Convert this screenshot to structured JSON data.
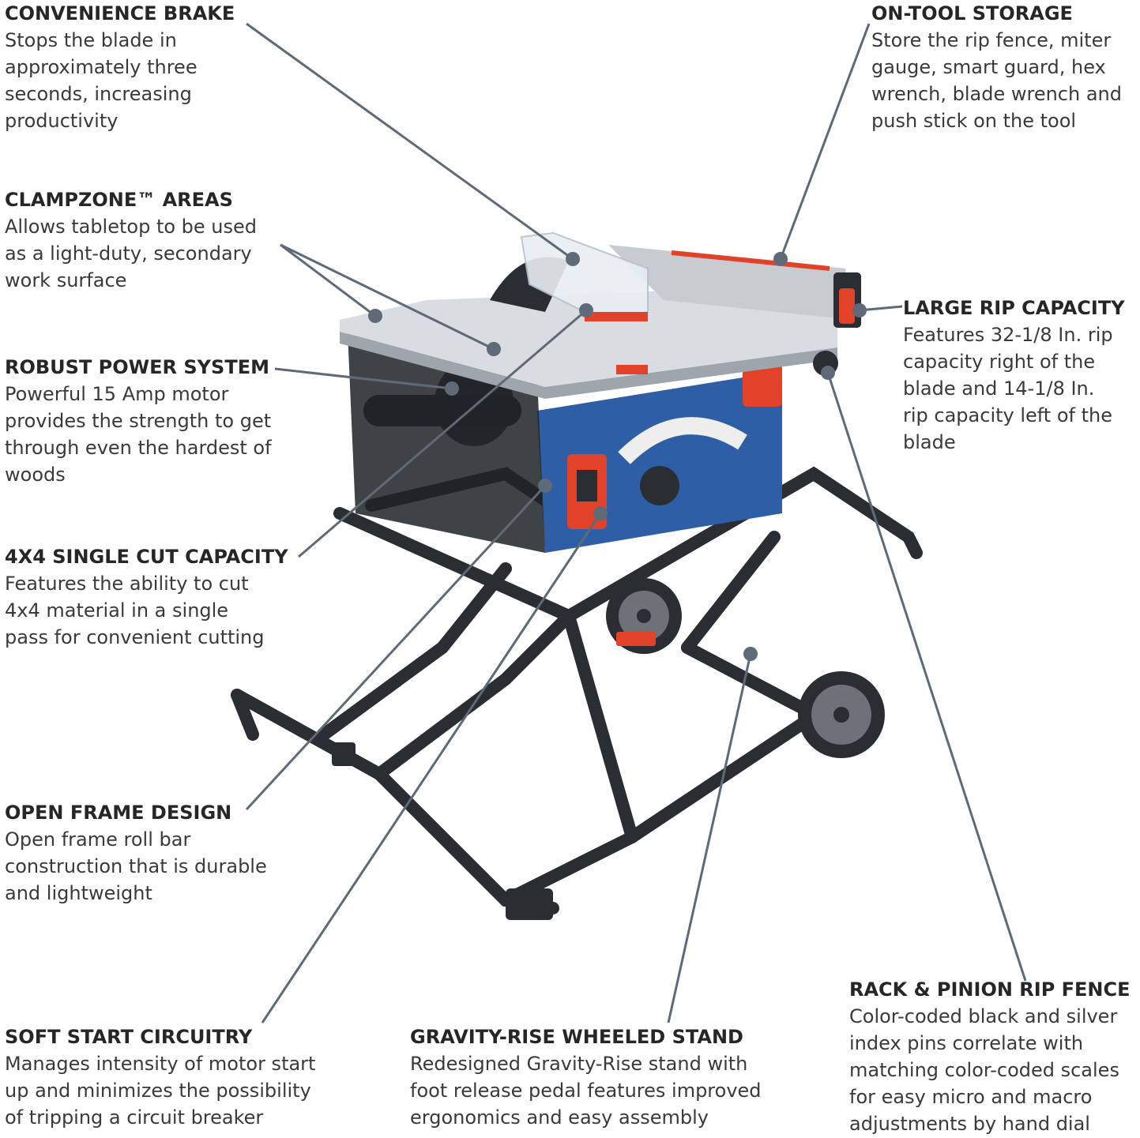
{
  "colors": {
    "tool_blue": "#2e5fa6",
    "accent_red": "#e2412a",
    "frame_black": "#2a2d31",
    "table_silver": "#d9dde1",
    "leader_gray": "#5f6a78"
  },
  "callouts": {
    "convenience_brake": {
      "title": "CONVENIENCE BRAKE",
      "body": "Stops the blade in\napproximately three\nseconds, increasing\nproductivity"
    },
    "on_tool_storage": {
      "title": "ON-TOOL STORAGE",
      "body": "Store the rip fence, miter\ngauge, smart guard, hex\nwrench, blade wrench and\npush stick on the tool"
    },
    "clampzone_areas": {
      "title": "CLAMPZONE™ AREAS",
      "body": "Allows tabletop to be used\nas a light-duty, secondary\nwork surface"
    },
    "large_rip_capacity": {
      "title": "LARGE RIP CAPACITY",
      "body": "Features 32-1/8 In. rip\ncapacity right of the\nblade and 14-1/8 In.\nrip capacity left of the\nblade"
    },
    "robust_power_system": {
      "title": "ROBUST POWER SYSTEM",
      "body": "Powerful 15 Amp motor\nprovides the strength to get\nthrough even the hardest of\nwoods"
    },
    "single_cut_capacity": {
      "title": "4X4 SINGLE CUT CAPACITY",
      "body": "Features the ability to cut\n4x4 material in a single\npass for convenient cutting"
    },
    "open_frame_design": {
      "title": "OPEN FRAME DESIGN",
      "body": "Open frame roll bar\nconstruction that is durable\nand lightweight"
    },
    "rack_pinion_fence": {
      "title": "RACK & PINION RIP FENCE",
      "body": "Color-coded black and silver\nindex pins correlate with\nmatching color-coded scales\nfor easy micro and macro\nadjustments by hand dial"
    },
    "soft_start": {
      "title": "SOFT START CIRCUITRY",
      "body": "Manages intensity of motor start\nup and minimizes the possibility\nof tripping a circuit breaker"
    },
    "gravity_rise_stand": {
      "title": "GRAVITY-RISE WHEELED STAND",
      "body": "Redesigned Gravity-Rise stand with\nfoot release pedal features improved\nergonomics and easy assembly"
    }
  }
}
